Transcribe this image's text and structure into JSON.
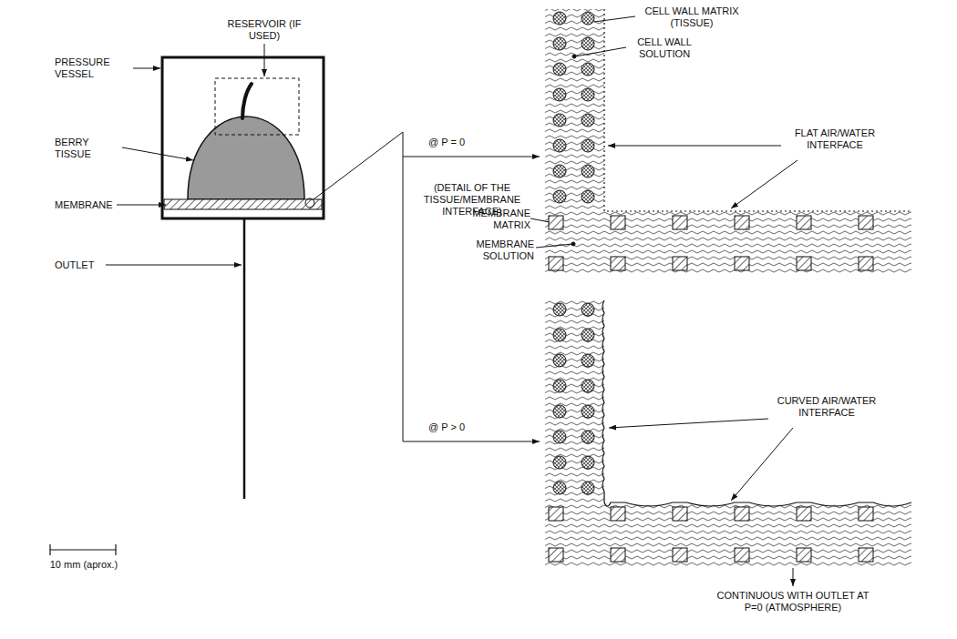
{
  "diagram": {
    "labels": [
      "CELL WALL MATRIX (TISSUE)",
      "CELL WALL SOLUTION",
      "RESERVOIR (IF USED)",
      "@ P = 0",
      "FLAT AIR/WATER INTERFACE",
      "PRESSURE VESSEL",
      "(DETAIL OF THE TISSUE/MEMBRANE INTERFACE)",
      "MEMBRANE MATRIX",
      "MEMBRANE SOLUTION",
      "BERRY TISSUE",
      "MEMBRANE",
      "OUTLET",
      "@ P > 0",
      "CURVED AIR/WATER INTERFACE",
      "10 mm (aprox.)",
      "CONTINUOUS WITH OUTLET AT P=0 (ATMOSPHERE)"
    ]
  }
}
